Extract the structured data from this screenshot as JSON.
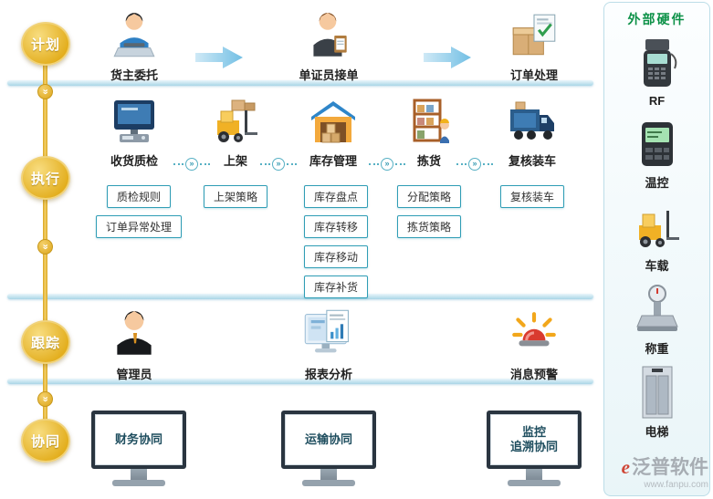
{
  "colors": {
    "accent_gold": "#e3ae1e",
    "accent_teal": "#2f9db5",
    "divider_blue": "#a9d6e6",
    "sidebar_title_green": "#0c9147",
    "alert_red": "#d93a2f"
  },
  "glyphs": {
    "double_chevron": "»"
  },
  "stages": {
    "plan": "计划",
    "execute": "执行",
    "track": "跟踪",
    "collaborate": "协同"
  },
  "plan_row": {
    "items": [
      {
        "label": "货主委托",
        "icon": "consignor-laptop-icon"
      },
      {
        "label": "单证员接单",
        "icon": "document-clerk-icon"
      },
      {
        "label": "订单处理",
        "icon": "order-box-icon"
      }
    ]
  },
  "execute_row": {
    "items": [
      {
        "label": "收货质检",
        "icon": "receiving-terminal-icon",
        "tags": [
          "质检规则",
          "订单异常处理"
        ]
      },
      {
        "label": "上架",
        "icon": "forklift-icon",
        "tags": [
          "上架策略"
        ]
      },
      {
        "label": "库存管理",
        "icon": "warehouse-icon",
        "tags": [
          "库存盘点",
          "库存转移",
          "库存移动",
          "库存补货"
        ]
      },
      {
        "label": "拣货",
        "icon": "picking-shelf-icon",
        "tags": [
          "分配策略",
          "拣货策略"
        ]
      },
      {
        "label": "复核装车",
        "icon": "truck-loading-icon",
        "tags": [
          "复核装车"
        ]
      }
    ]
  },
  "track_row": {
    "items": [
      {
        "label": "管理员",
        "icon": "admin-person-icon"
      },
      {
        "label": "报表分析",
        "icon": "report-monitor-icon"
      },
      {
        "label": "消息预警",
        "icon": "alarm-icon"
      }
    ]
  },
  "collab_row": {
    "items": [
      {
        "lines": [
          "财务协同"
        ]
      },
      {
        "lines": [
          "运输协同"
        ]
      },
      {
        "lines": [
          "监控",
          "追溯协同"
        ]
      }
    ]
  },
  "sidebar": {
    "title": "外部硬件",
    "items": [
      {
        "label": "RF",
        "icon": "rf-handheld-icon"
      },
      {
        "label": "温控",
        "icon": "temperature-controller-icon"
      },
      {
        "label": "车载",
        "icon": "vehicle-forklift-icon"
      },
      {
        "label": "称重",
        "icon": "weighing-scale-icon"
      },
      {
        "label": "电梯",
        "icon": "elevator-icon"
      }
    ]
  },
  "watermark": {
    "brand": "泛普软件",
    "url": "www.fanpu.com"
  }
}
